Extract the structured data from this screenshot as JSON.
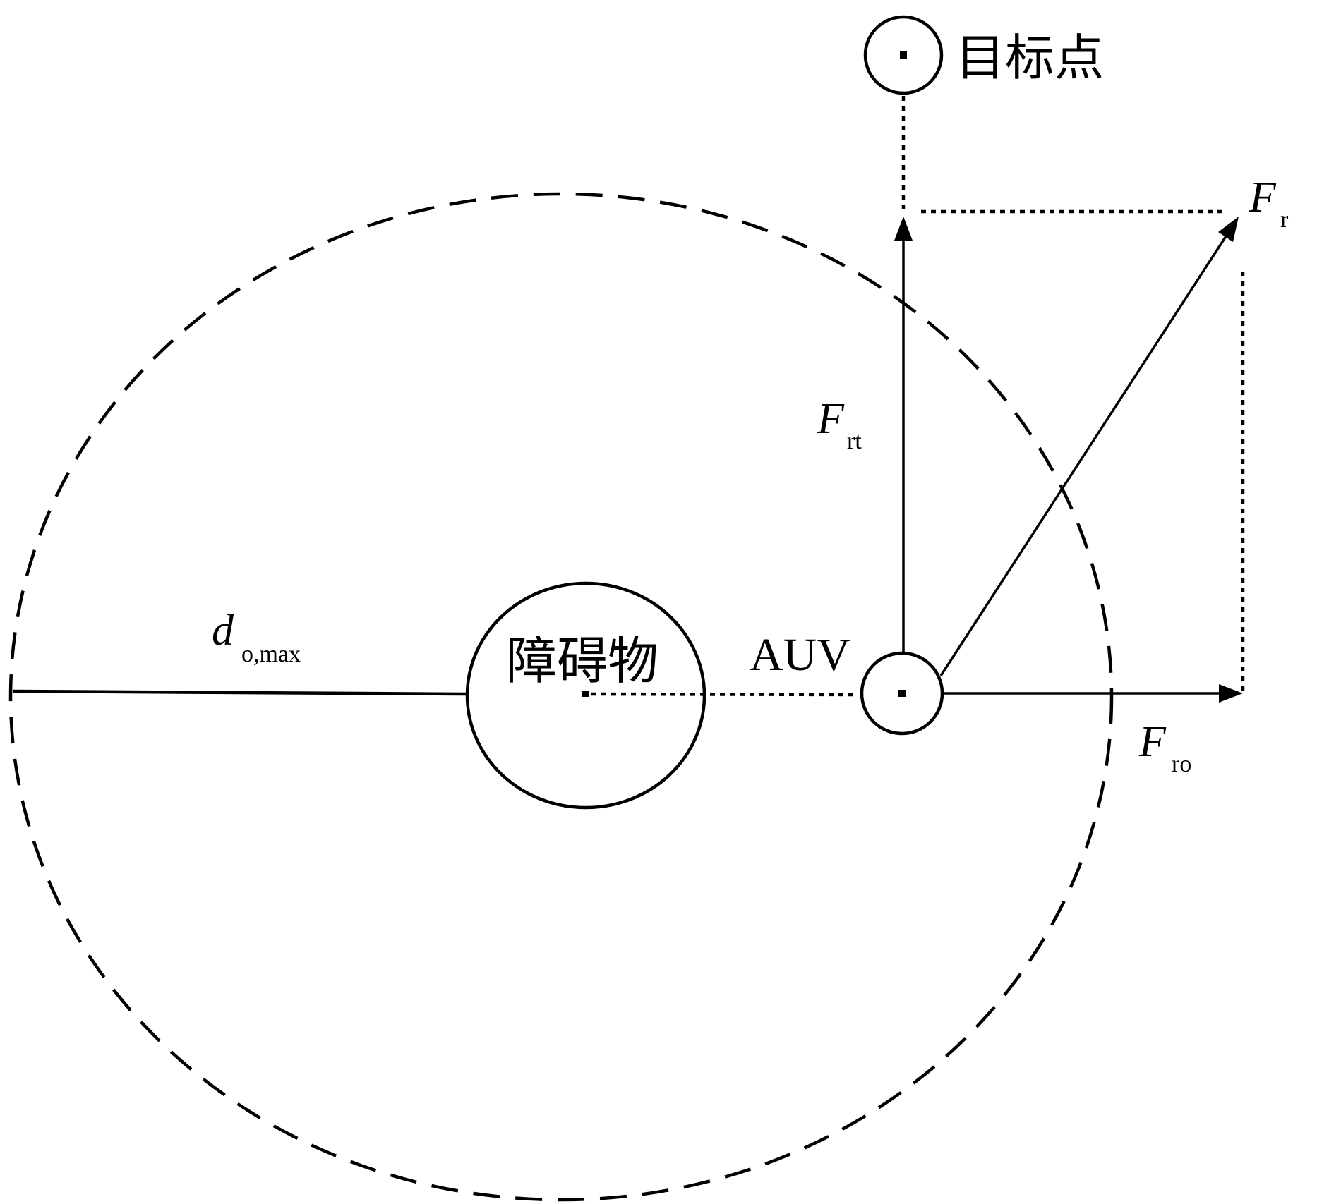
{
  "labels": {
    "target": "目标点",
    "obstacle": "障碍物",
    "auv": "AUV",
    "d_main": "d",
    "d_sub": "o,max",
    "fr_main": "F",
    "fr_sub": "r",
    "frt_main": "F",
    "frt_sub": "rt",
    "fro_main": "F",
    "fro_sub": "ro"
  },
  "colors": {
    "stroke": "#000000",
    "background": "#ffffff"
  }
}
